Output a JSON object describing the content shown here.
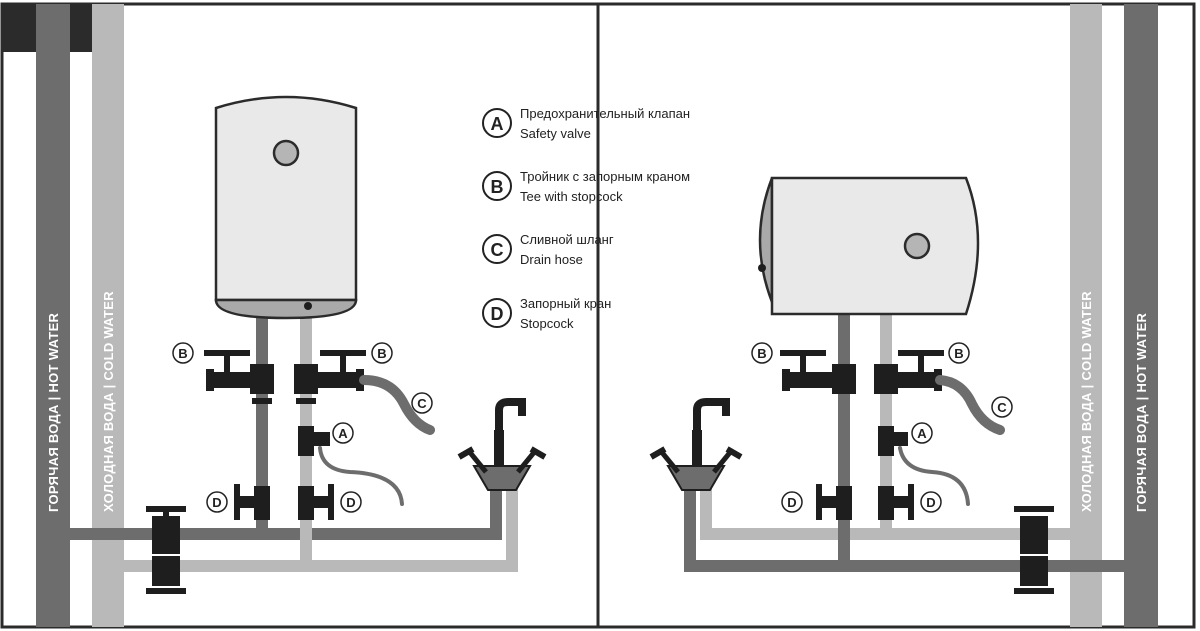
{
  "legend": [
    {
      "letter": "A",
      "ru": "Предохранительный клапан",
      "en": "Safety valve"
    },
    {
      "letter": "B",
      "ru": "Тройник с запорным краном",
      "en": "Tee with stopcock"
    },
    {
      "letter": "C",
      "ru": "Сливной шланг",
      "en": "Drain hose"
    },
    {
      "letter": "D",
      "ru": "Запорный кран",
      "en": "Stopcock"
    }
  ],
  "pipe_labels": {
    "hot": "ГОРЯЧАЯ ВОДА  |  HOT WATER",
    "cold": "ХОЛОДНАЯ ВОДА  |  COLD WATER"
  },
  "callouts": {
    "b": "B",
    "c": "C",
    "a": "A",
    "d": "D"
  },
  "colors": {
    "frame": "#2b2b2b",
    "hot_pipe": "#6d6d6d",
    "cold_pipe": "#b9b9b9",
    "tank_fill": "#e9e9e9",
    "tank_cap": "#a9a9a9",
    "fitting": "#1e1e1e"
  }
}
